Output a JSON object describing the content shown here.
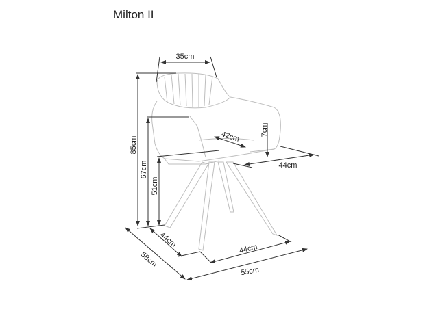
{
  "title": "Milton II",
  "dimensions": {
    "back_width": "35cm",
    "total_height": "85cm",
    "armrest_height": "67cm",
    "seat_height": "51cm",
    "armrest_above_seat": "7cm",
    "seat_depth": "42cm",
    "seat_width": "44cm",
    "base_depth": "44cm",
    "base_width": "44cm",
    "total_depth": "58cm",
    "total_width": "55cm"
  }
}
